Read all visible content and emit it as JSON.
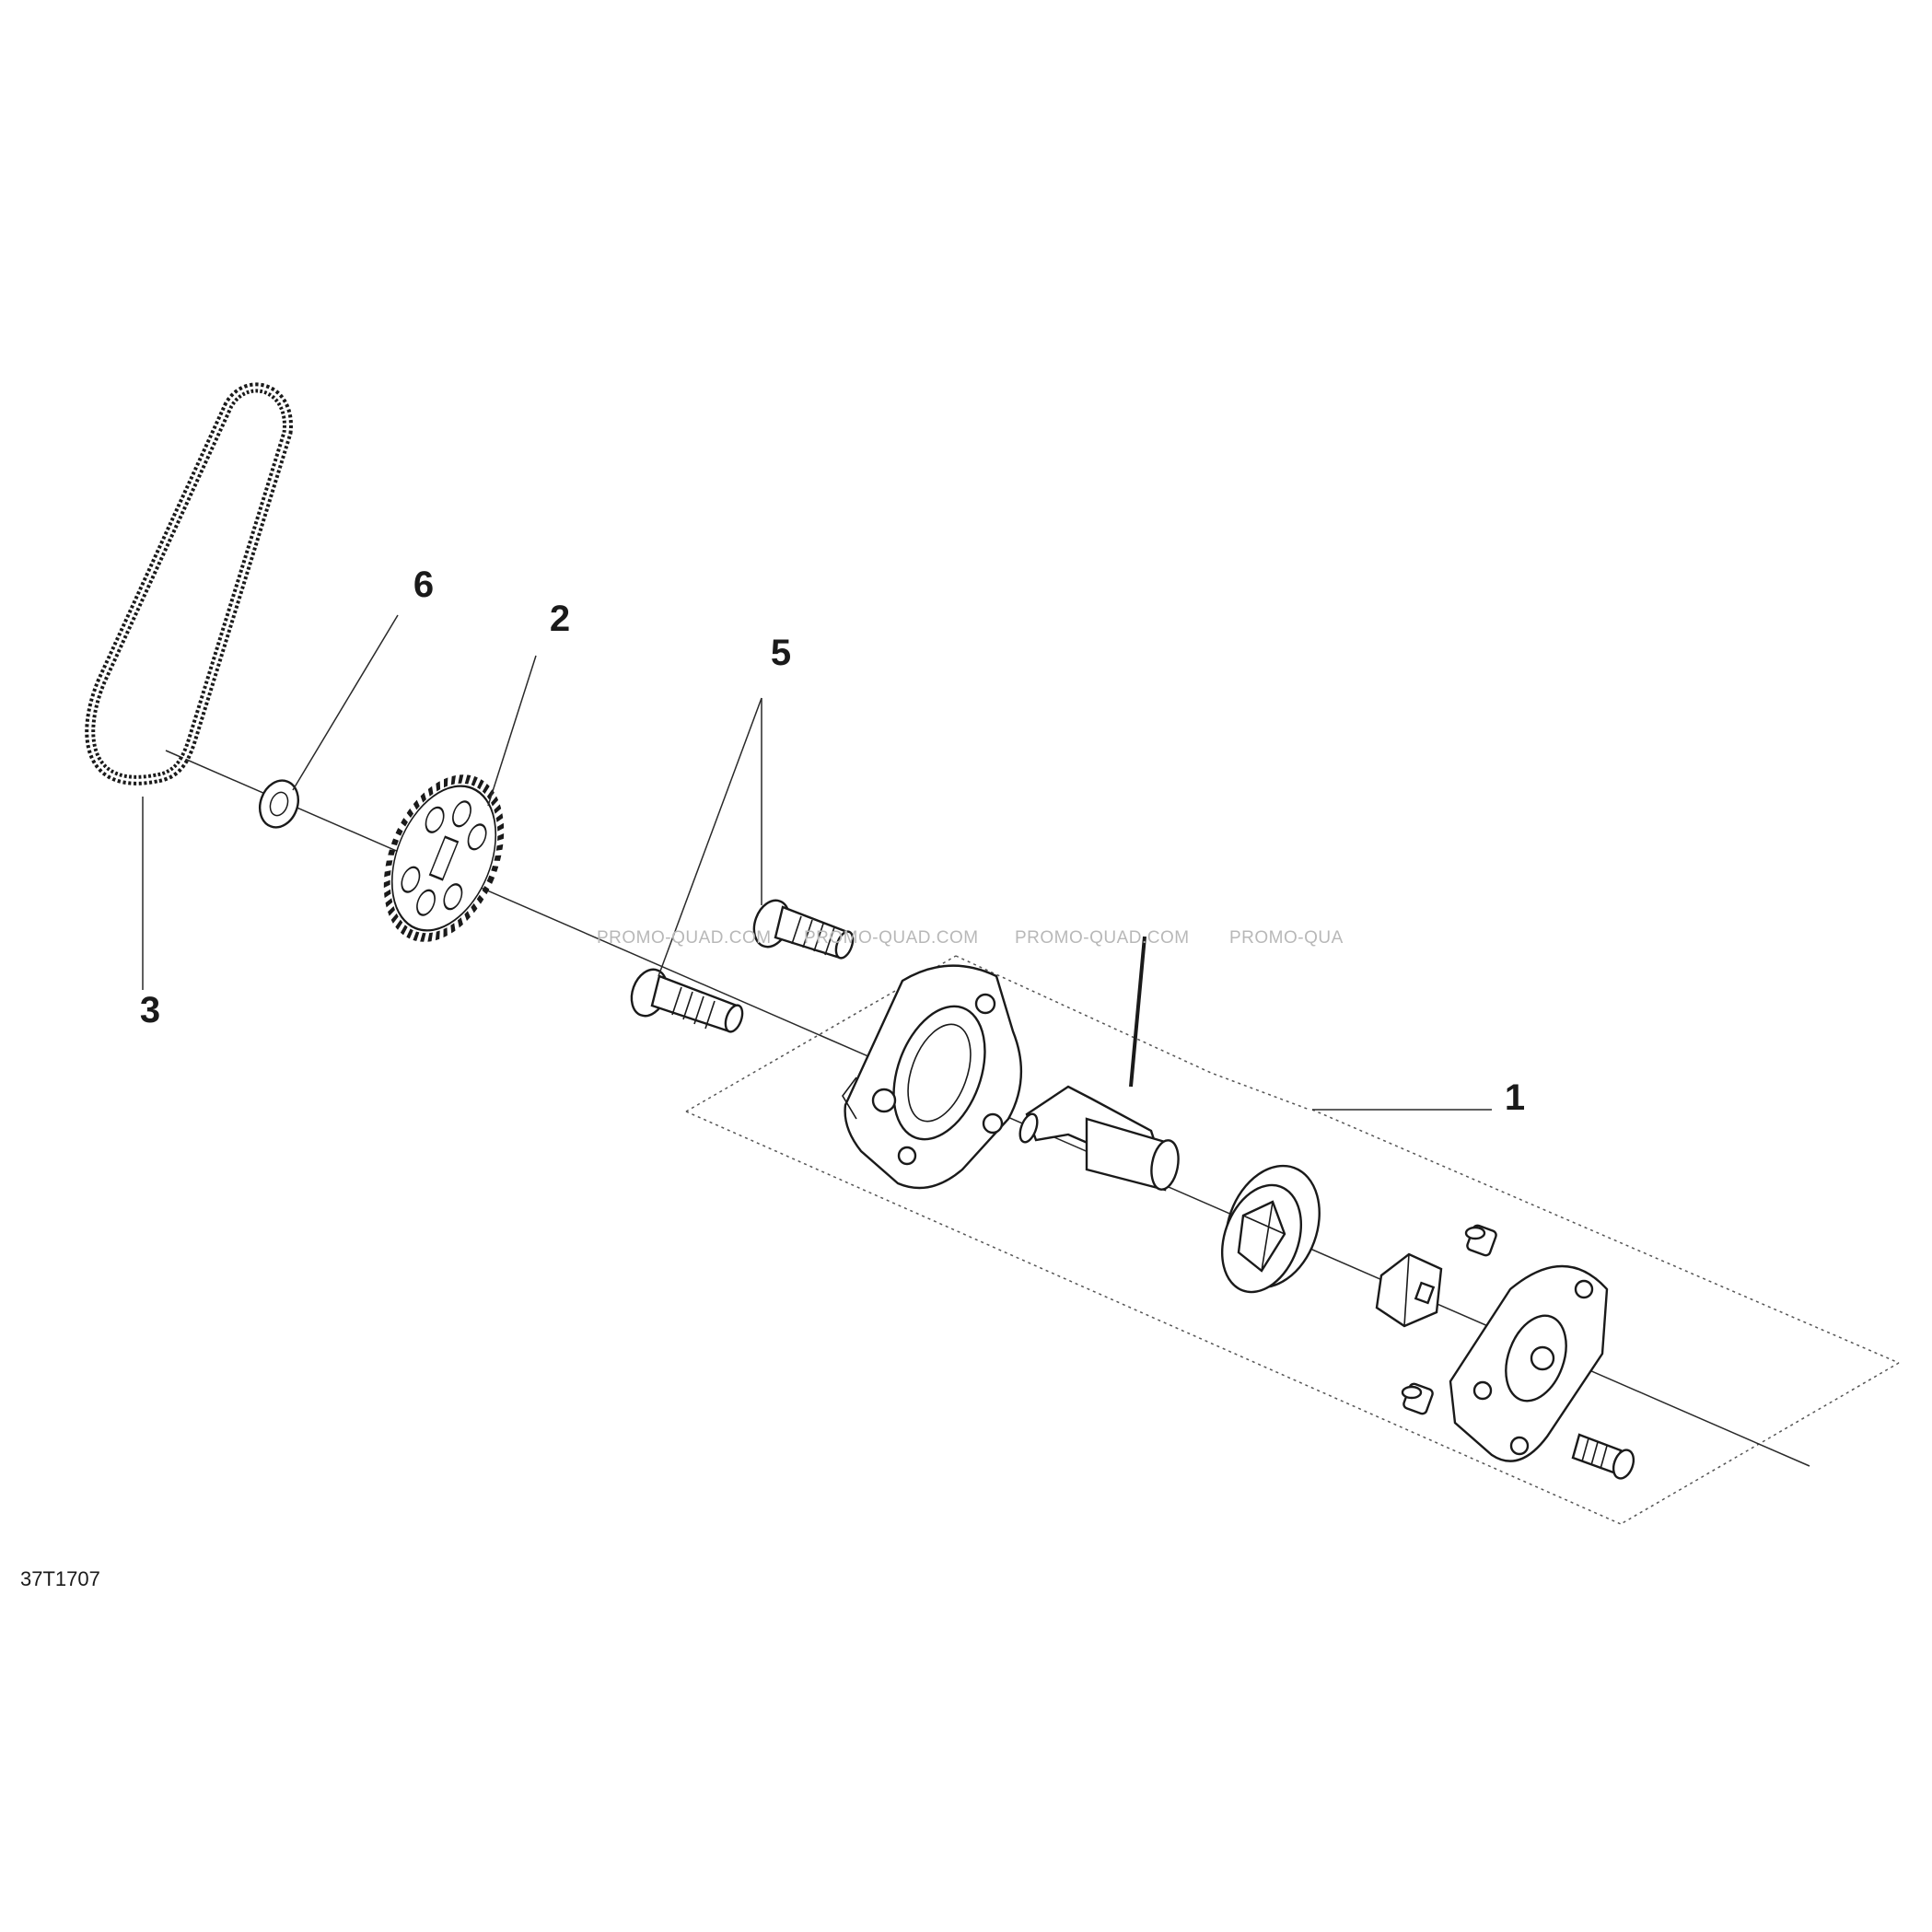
{
  "diagram": {
    "reference_code": "37T1707",
    "watermarks": [
      "PROMO-QUAD.COM",
      "PROMO-QUAD.COM",
      "PROMO-QUAD.COM",
      "PROMO-QUA"
    ],
    "callouts": [
      {
        "id": "c1",
        "label": "1"
      },
      {
        "id": "c2",
        "label": "2"
      },
      {
        "id": "c3",
        "label": "3"
      },
      {
        "id": "c5",
        "label": "5"
      },
      {
        "id": "c6",
        "label": "6"
      }
    ]
  }
}
